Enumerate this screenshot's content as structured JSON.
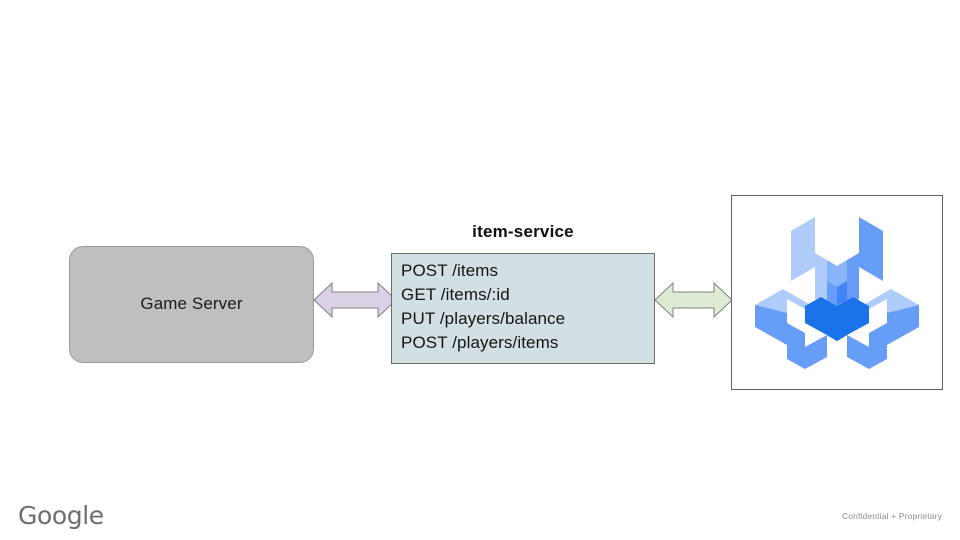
{
  "slide": {
    "background_color": "#ffffff",
    "nodes": {
      "game_server": {
        "label": "Game Server",
        "fill_color": "#bfbfbf",
        "border_color": "#9a9a9a"
      },
      "item_service": {
        "title": "item-service",
        "fill_color": "#d3e0e3",
        "border_color": "#6b6b6b",
        "endpoints": [
          "POST /items",
          "GET /items/:id",
          "PUT /players/balance",
          "POST /players/items"
        ]
      },
      "icon_panel": {
        "icon_name": "tri-wrench-icon",
        "border_color": "#5f6368",
        "colors": {
          "light": "#aecbfa",
          "medium": "#669df6",
          "dark": "#1a73e8",
          "mid": "#8ab4f8"
        }
      }
    },
    "connectors": [
      {
        "name": "game-server-to-item-service",
        "style": "double-headed-arrow",
        "fill_color": "#dcd2e8",
        "border_color": "#7f7f7f"
      },
      {
        "name": "item-service-to-tri-wrench",
        "style": "double-headed-arrow",
        "fill_color": "#ddebd3",
        "border_color": "#7f7f7f"
      }
    ]
  },
  "footer": {
    "logo_text": "Google",
    "confidentiality_note": "Confidential + Proprietary"
  }
}
